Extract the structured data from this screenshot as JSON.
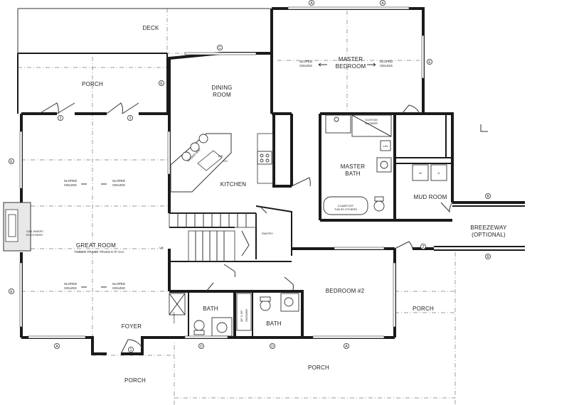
{
  "rooms": {
    "deck": "DECK",
    "porch_nw": "PORCH",
    "dining_l1": "DINING",
    "dining_l2": "ROOM",
    "master_bed_l1": "MASTER",
    "master_bed_l2": "BEDROOM",
    "kitchen": "KITCHEN",
    "master_bath_l1": "MASTER",
    "master_bath_l2": "BATH",
    "mud_room": "MUD ROOM",
    "pantry": "PANTRY",
    "great_room": "GREAT ROOM",
    "breezeway_l1": "BREEZEWAY",
    "breezeway_l2": "(OPTIONAL)",
    "bedroom2": "BEDROOM #2",
    "bath1": "BATH",
    "bath2": "BATH",
    "foyer": "FOYER",
    "porch_e": "PORCH",
    "porch_s": "PORCH",
    "porch_sw": "PORCH"
  },
  "notes": {
    "sloped_1": "SLOPED",
    "ceiling_1": "CEILING",
    "timber_truss": "TIMBER FRAME TRUSS 6'-0\" O.C.",
    "gas_insert_1": "GAS INSERT",
    "gas_insert_2": "BY OTHERS",
    "custom_shower_1": "CUSTOM",
    "custom_shower_2": "SHOWER",
    "clawfoot_1": "CLAWFOOT",
    "clawfoot_2": "TUB BY OTHERS",
    "raised_bar": "RAISED BAR",
    "dw": "DW",
    "ov": "OV",
    "lin": "LIN",
    "w": "W",
    "d": "D",
    "closet": "CLOSET",
    "shower_1": "36\" X 36\"",
    "shower_2": "SHOWER",
    "up": "UP"
  },
  "tags": {
    "a": "A",
    "b": "B",
    "c": "C",
    "d": "D",
    "e": "E",
    "one": "1",
    "two": "2"
  }
}
